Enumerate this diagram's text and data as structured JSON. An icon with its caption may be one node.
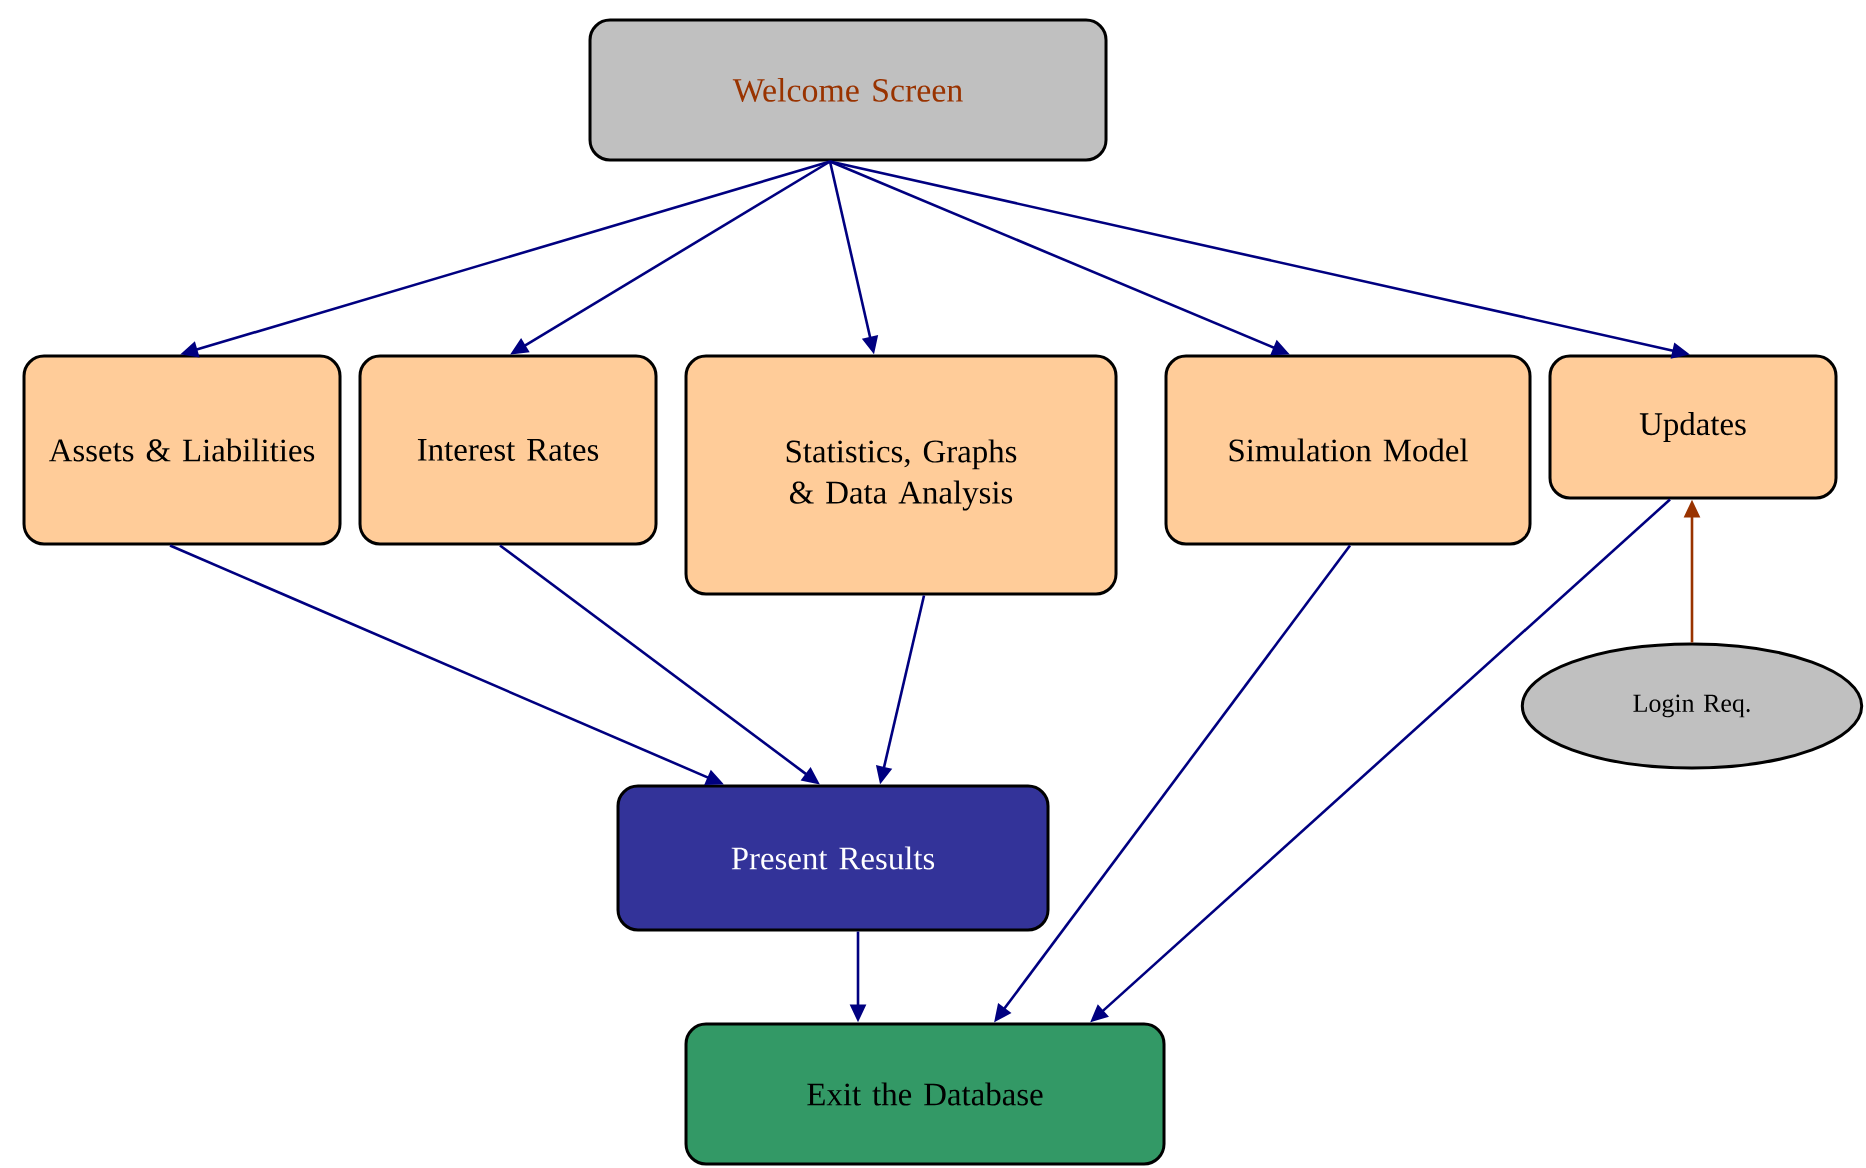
{
  "diagram": {
    "nodes": [
      {
        "text": [
          "Welcome Screen"
        ]
      },
      {
        "text": [
          "Assets & Liabilities"
        ]
      },
      {
        "text": [
          "Interest Rates"
        ]
      },
      {
        "text": [
          "Statistics, Graphs & Data Analysis"
        ]
      },
      {
        "text": [
          "Simulation Model"
        ]
      },
      {
        "text": [
          "Updates"
        ]
      },
      {
        "text": [
          "Login Req."
        ]
      },
      {
        "text": [
          "Present Results"
        ]
      },
      {
        "text": [
          "Exit the Database"
        ]
      }
    ],
    "edges": [
      {
        "from": 0,
        "to": 1,
        "arrow": "to"
      },
      {
        "from": 0,
        "to": 2,
        "arrow": "to"
      },
      {
        "from": 0,
        "to": 3,
        "arrow": "to"
      },
      {
        "from": 0,
        "to": 4,
        "arrow": "to"
      },
      {
        "from": 0,
        "to": 5,
        "arrow": "to"
      },
      {
        "from": 1,
        "to": 7,
        "arrow": "to"
      },
      {
        "from": 2,
        "to": 7,
        "arrow": "to"
      },
      {
        "from": 3,
        "to": 7,
        "arrow": "to"
      },
      {
        "from": 7,
        "to": 8,
        "arrow": "to"
      },
      {
        "from": 4,
        "to": 8,
        "arrow": "to"
      },
      {
        "from": 5,
        "to": 8,
        "arrow": "to"
      },
      {
        "from": 6,
        "to": 5,
        "arrow": "to",
        "color": "#993300"
      }
    ]
  }
}
